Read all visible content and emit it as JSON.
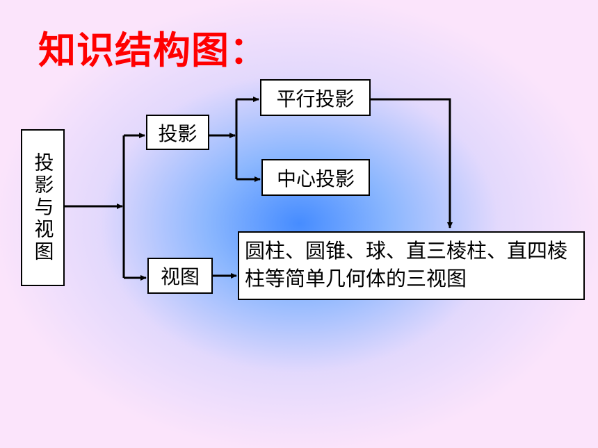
{
  "title": "知识结构图：",
  "nodes": {
    "root": "投影与视图",
    "projection": "投影",
    "parallel": "平行投影",
    "central": "中心投影",
    "views": "视图",
    "result": "圆柱、圆锥、球、直三棱柱、直四棱柱等简单几何体的三视图"
  },
  "colors": {
    "title": "#ff0000",
    "background": "#fbe4fb",
    "glow": "#468cff"
  }
}
